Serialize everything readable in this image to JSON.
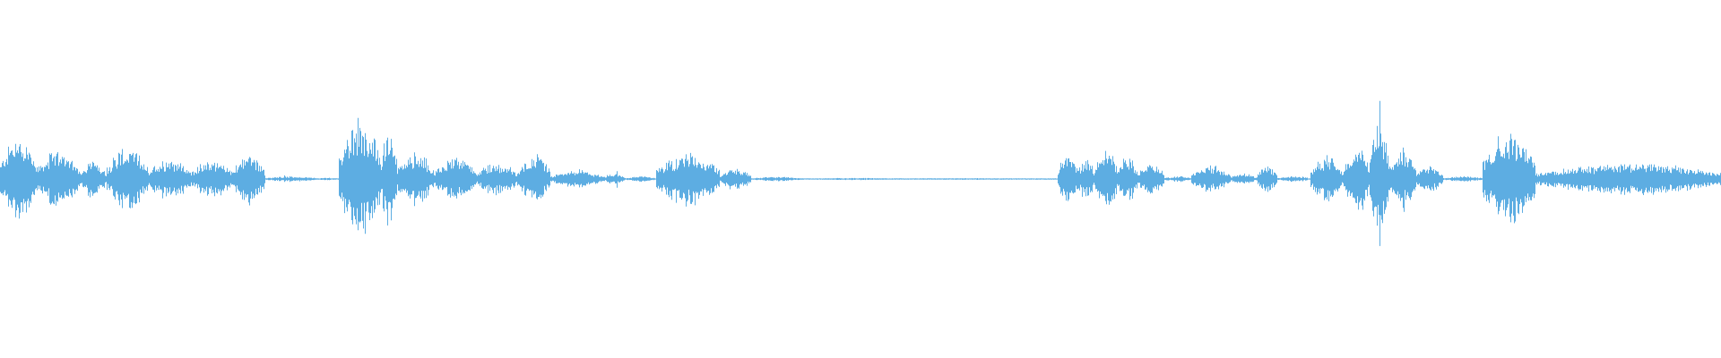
{
  "waveform": {
    "color": "#5dade2",
    "background": "#ffffff",
    "duration_fraction_segments": [
      {
        "start": 0.0,
        "end": 0.035,
        "level": 0.16,
        "peak": 0.2
      },
      {
        "start": 0.035,
        "end": 0.075,
        "level": 0.11,
        "peak": 0.15
      },
      {
        "start": 0.075,
        "end": 0.1,
        "level": 0.07,
        "peak": 0.1
      },
      {
        "start": 0.1,
        "end": 0.14,
        "level": 0.12,
        "peak": 0.16
      },
      {
        "start": 0.14,
        "end": 0.18,
        "level": 0.08,
        "peak": 0.1
      },
      {
        "start": 0.18,
        "end": 0.22,
        "level": 0.07,
        "peak": 0.09
      },
      {
        "start": 0.22,
        "end": 0.25,
        "level": 0.1,
        "peak": 0.13
      },
      {
        "start": 0.25,
        "end": 0.3,
        "level": 0.01,
        "peak": 0.02
      },
      {
        "start": 0.3,
        "end": 0.32,
        "level": 0.005,
        "peak": 0.01
      },
      {
        "start": 0.32,
        "end": 0.36,
        "level": 0.22,
        "peak": 0.28
      },
      {
        "start": 0.36,
        "end": 0.375,
        "level": 0.2,
        "peak": 0.48
      },
      {
        "start": 0.375,
        "end": 0.41,
        "level": 0.1,
        "peak": 0.16
      },
      {
        "start": 0.41,
        "end": 0.45,
        "level": 0.08,
        "peak": 0.13
      },
      {
        "start": 0.45,
        "end": 0.49,
        "level": 0.06,
        "peak": 0.1
      },
      {
        "start": 0.49,
        "end": 0.52,
        "level": 0.09,
        "peak": 0.12
      },
      {
        "start": 0.52,
        "end": 0.57,
        "level": 0.03,
        "peak": 0.05
      },
      {
        "start": 0.57,
        "end": 0.59,
        "level": 0.02,
        "peak": 0.06
      },
      {
        "start": 0.59,
        "end": 0.62,
        "level": 0.01,
        "peak": 0.02
      },
      {
        "start": 0.62,
        "end": 0.68,
        "level": 0.1,
        "peak": 0.16
      },
      {
        "start": 0.68,
        "end": 0.71,
        "level": 0.04,
        "peak": 0.06
      },
      {
        "start": 0.71,
        "end": 0.76,
        "level": 0.008,
        "peak": 0.012
      },
      {
        "start": 0.76,
        "end": 0.85,
        "level": 0.004,
        "peak": 0.006
      },
      {
        "start": 0.85,
        "end": 0.97,
        "level": 0.003,
        "peak": 0.005
      },
      {
        "start": 0.97,
        "end": 1.0,
        "level": 0.003,
        "peak": 0.004
      }
    ],
    "segments_second_half": [
      {
        "start": 0.0,
        "end": 0.03,
        "level": 0.1,
        "peak": 0.14
      },
      {
        "start": 0.03,
        "end": 0.055,
        "level": 0.08,
        "peak": 0.12
      },
      {
        "start": 0.055,
        "end": 0.09,
        "level": 0.12,
        "peak": 0.18
      },
      {
        "start": 0.09,
        "end": 0.12,
        "level": 0.09,
        "peak": 0.12
      },
      {
        "start": 0.12,
        "end": 0.16,
        "level": 0.06,
        "peak": 0.09
      },
      {
        "start": 0.16,
        "end": 0.2,
        "level": 0.01,
        "peak": 0.02
      },
      {
        "start": 0.2,
        "end": 0.26,
        "level": 0.05,
        "peak": 0.07
      },
      {
        "start": 0.26,
        "end": 0.3,
        "level": 0.02,
        "peak": 0.03
      },
      {
        "start": 0.3,
        "end": 0.33,
        "level": 0.05,
        "peak": 0.08
      },
      {
        "start": 0.33,
        "end": 0.38,
        "level": 0.01,
        "peak": 0.02
      },
      {
        "start": 0.38,
        "end": 0.43,
        "level": 0.08,
        "peak": 0.14
      },
      {
        "start": 0.43,
        "end": 0.47,
        "level": 0.12,
        "peak": 0.22
      },
      {
        "start": 0.47,
        "end": 0.5,
        "level": 0.2,
        "peak": 0.45
      },
      {
        "start": 0.5,
        "end": 0.54,
        "level": 0.1,
        "peak": 0.18
      },
      {
        "start": 0.54,
        "end": 0.58,
        "level": 0.05,
        "peak": 0.08
      },
      {
        "start": 0.58,
        "end": 0.64,
        "level": 0.01,
        "peak": 0.02
      },
      {
        "start": 0.64,
        "end": 0.72,
        "level": 0.18,
        "peak": 0.28
      },
      {
        "start": 0.72,
        "end": 1.0,
        "level": 0.06,
        "peak": 0.09
      }
    ]
  }
}
